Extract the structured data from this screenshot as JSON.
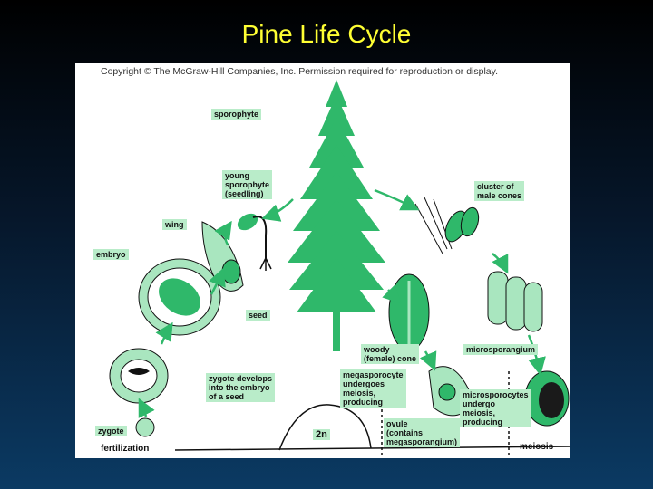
{
  "slide": {
    "title": "Pine Life Cycle"
  },
  "diagram": {
    "copyright": "Copyright © The McGraw-Hill Companies, Inc. Permission required for reproduction or display.",
    "labels": {
      "sporophyte": "sporophyte",
      "young_sporophyte": "young\nsporophyte\n(seedling)",
      "wing": "wing",
      "embryo": "embryo",
      "seed": "seed",
      "zygote_develops": "zygote develops\ninto the embryo\nof a seed",
      "zygote": "zygote",
      "fertilization": "fertilization",
      "two_n": "2n",
      "cluster_male_cones": "cluster of\nmale cones",
      "microsporangium": "microsporangium",
      "woody_cone": "woody\n(female) cone",
      "megasporocyte": "megasporocyte\nundergoes\nmeiosis,\nproducing",
      "ovule": "ovule\n(contains\nmegasporangium)",
      "microsporocytes": "microsporocytes\nundergo\nmeiosis,\nproducing",
      "meiosis": "meiosis"
    },
    "colors": {
      "plant_green": "#2fb86a",
      "label_fill": "#b9ecc9",
      "title": "#ffff33"
    }
  }
}
